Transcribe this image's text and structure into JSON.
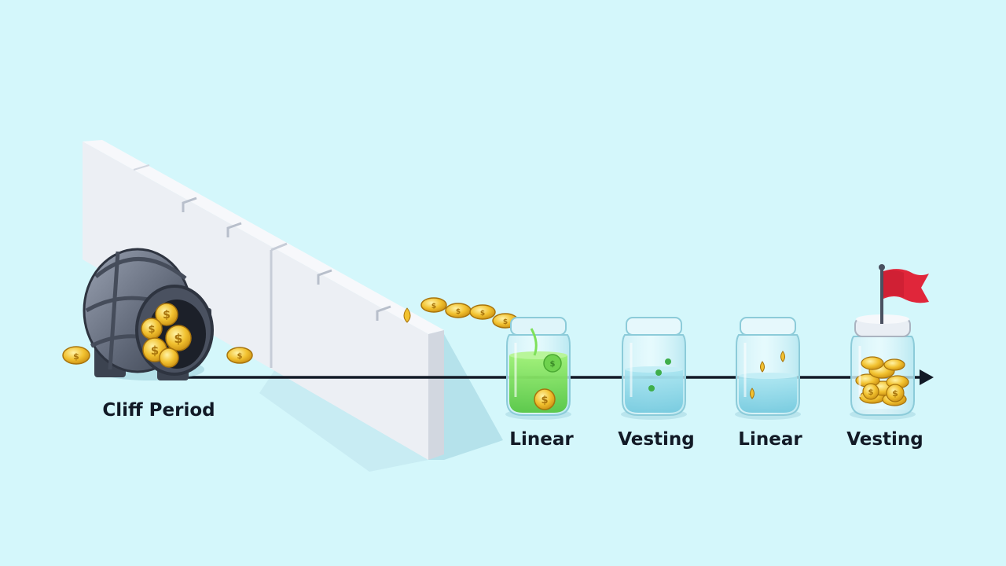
{
  "labels": {
    "cliff": "Cliff Period",
    "stage1": "Linear",
    "stage2": "Vesting",
    "stage3": "Linear",
    "stage4": "Vesting"
  },
  "icons": {
    "vault": "vault-door-icon",
    "coin": "coin-icon",
    "jar": "glass-jar-icon",
    "flag": "flag-icon",
    "arrow": "timeline-arrow-icon"
  },
  "colors": {
    "background": "#d4f7fb",
    "timeline": "#121a26",
    "coin_gold": "#f2c230",
    "green_liquid": "#7ee05a",
    "blue_liquid": "#8ed6e8",
    "flag": "#e0263a",
    "wall": "#eef1f6",
    "vault": "#6e7686"
  }
}
